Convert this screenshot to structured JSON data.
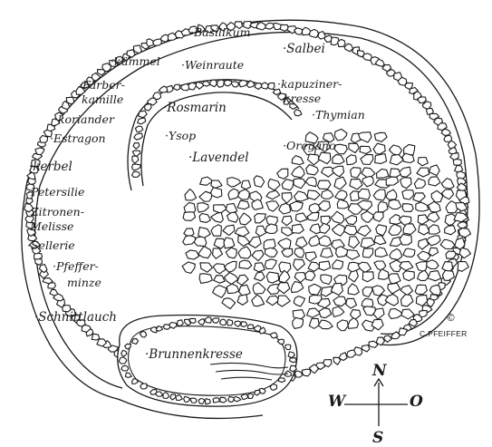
{
  "herbs": {
    "basilikum": "Basilikum",
    "kuemmel": "kümmel",
    "weinraute": "Weinraute",
    "salbei": "Salbei",
    "faerberkamille_1": "Färber-",
    "faerberkamille_2": "kamille",
    "kapuzinerkresse_1": "kapuziner-",
    "kapuzinerkresse_2": "kresse",
    "koriander": "koriander",
    "rosmarin": "Rosmarin",
    "thymian": "Thymian",
    "estragon": "Estragon",
    "ysop": "Ysop",
    "oregano": "Oregano",
    "lavendel": "Lavendel",
    "kerbel": "kerbel",
    "petersilie": "Petersilie",
    "zitronenmelisse_1": "Zitronen-",
    "zitronenmelisse_2": "Melisse",
    "sellerie": "Sellerie",
    "pfefferminze_1": "Pfeffer-",
    "pfefferminze_2": "minze",
    "schnittlauch": "Schnittlauch",
    "brunnenkresse": "Brunnenkresse"
  },
  "compass": {
    "north": "N",
    "south": "S",
    "west": "W",
    "east": "O"
  },
  "credit": {
    "copyright": "©",
    "author": "C.PFEIFFER"
  },
  "colors": {
    "ink": "#1a1a1a",
    "paper": "#ffffff"
  }
}
